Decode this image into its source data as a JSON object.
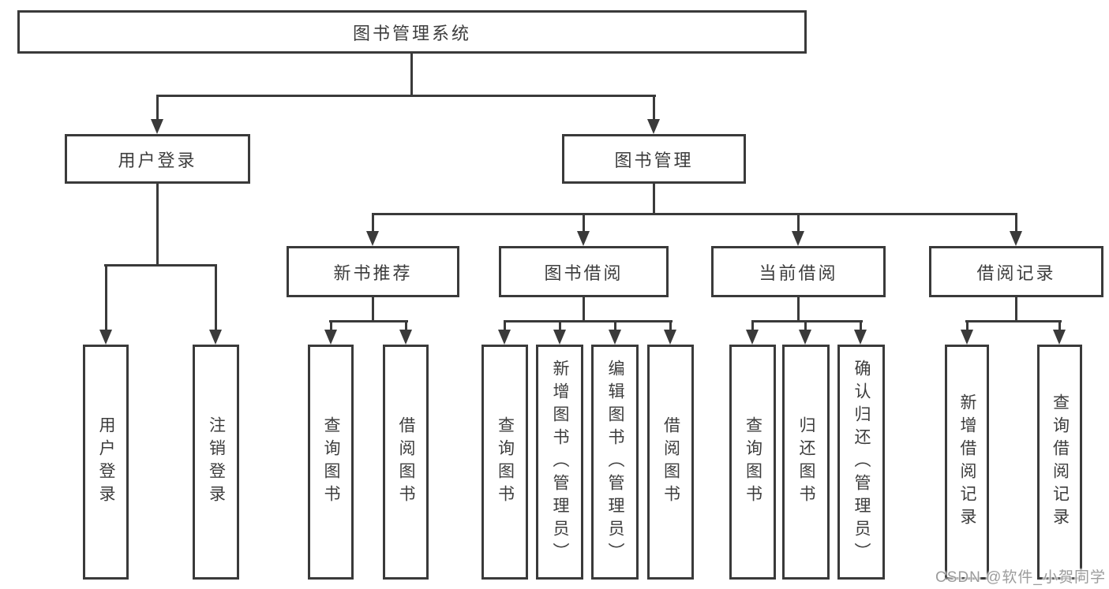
{
  "diagram": {
    "root": {
      "label": "图书管理系统"
    },
    "branches": [
      {
        "label": "用户登录",
        "children": [
          "用户登录",
          "注销登录"
        ]
      },
      {
        "label": "图书管理",
        "groups": [
          {
            "label": "新书推荐",
            "children": [
              "查询图书",
              "借阅图书"
            ]
          },
          {
            "label": "图书借阅",
            "children": [
              "查询图书",
              "新增图书（管理员）",
              "编辑图书（管理员）",
              "借阅图书"
            ]
          },
          {
            "label": "当前借阅",
            "children": [
              "查询图书",
              "归还图书",
              "确认归还（管理员）"
            ]
          },
          {
            "label": "借阅记录",
            "children": [
              "新增借阅记录",
              "查询借阅记录"
            ]
          }
        ]
      }
    ]
  },
  "watermark": {
    "text": "CSDN @软件_小贺同学"
  },
  "colors": {
    "line": "#3a3a3a",
    "text": "#3d3d3d",
    "background": "#ffffff",
    "watermark": "#9c9c9c"
  }
}
